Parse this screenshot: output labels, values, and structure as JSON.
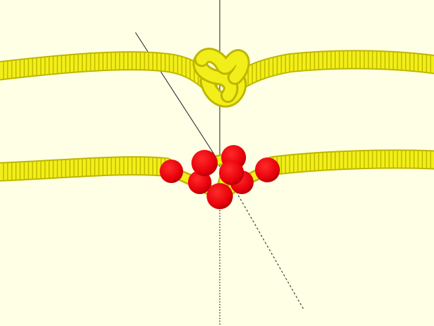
{
  "scene": {
    "background_color": "#ffffe5",
    "rope_color": "#f2ee1a",
    "rope_edge_color": "#c8c200",
    "control_point_color": "#e8000a",
    "axis_color": "#1a1a1a",
    "views": [
      {
        "name": "rendered-knot",
        "style": "smooth-tube"
      },
      {
        "name": "control-point-knot",
        "style": "tube-with-control-points"
      }
    ]
  }
}
